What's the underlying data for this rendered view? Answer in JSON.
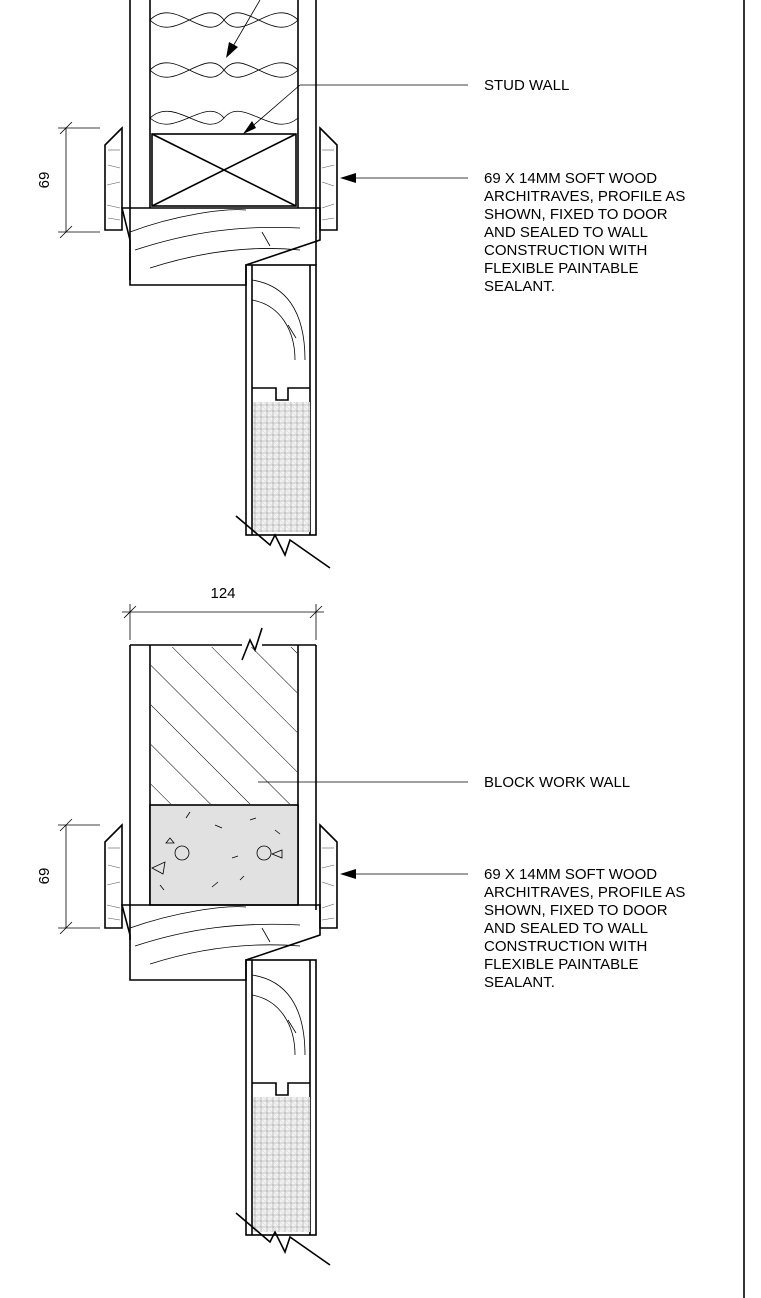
{
  "detail_upper": {
    "dimension": "69",
    "wall_label": "STUD WALL",
    "architrave_note": [
      "69 X 14MM SOFT WOOD",
      "ARCHITRAVES,  PROFILE AS",
      "SHOWN, FIXED TO DOOR",
      "AND SEALED TO WALL",
      "CONSTRUCTION WITH",
      "FLEXIBLE PAINTABLE",
      "SEALANT."
    ]
  },
  "detail_lower": {
    "width_dimension": "124",
    "dimension": "69",
    "wall_label": "BLOCK WORK WALL",
    "architrave_note": [
      "69 X 14MM SOFT WOOD",
      "ARCHITRAVES,  PROFILE AS",
      "SHOWN, FIXED TO DOOR",
      "AND SEALED TO WALL",
      "CONSTRUCTION WITH",
      "FLEXIBLE PAINTABLE",
      "SEALANT."
    ]
  }
}
